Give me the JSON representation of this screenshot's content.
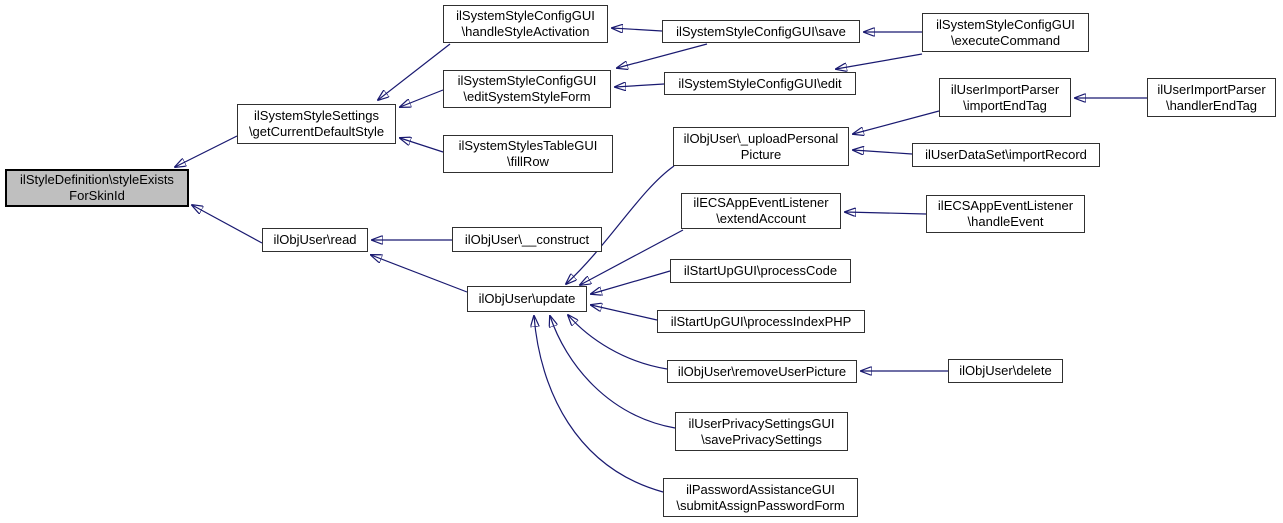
{
  "diagram": {
    "type": "caller-graph",
    "highlight_node": "ilStyleDefinition\\styleExistsForSkinId",
    "colors": {
      "edge": "#191970",
      "node_border": "#303030",
      "node_fill": "#ffffff",
      "highlight_fill": "#bfbfbf",
      "text": "#000000",
      "background": "#ffffff"
    }
  },
  "nodes": {
    "style_exists_for_skin_id": {
      "lines": [
        "ilStyleDefinition\\styleExists",
        "ForSkinId"
      ]
    },
    "get_current_default_style": {
      "lines": [
        "ilSystemStyleSettings",
        "\\getCurrentDefaultStyle"
      ]
    },
    "obj_user_read": {
      "lines": [
        "ilObjUser\\read"
      ]
    },
    "handle_style_activation": {
      "lines": [
        "ilSystemStyleConfigGUI",
        "\\handleStyleActivation"
      ]
    },
    "edit_system_style_form": {
      "lines": [
        "ilSystemStyleConfigGUI",
        "\\editSystemStyleForm"
      ]
    },
    "fill_row": {
      "lines": [
        "ilSystemStylesTableGUI",
        "\\fillRow"
      ]
    },
    "obj_user_construct": {
      "lines": [
        "ilObjUser\\__construct"
      ]
    },
    "obj_user_update": {
      "lines": [
        "ilObjUser\\update"
      ]
    },
    "config_gui_save": {
      "lines": [
        "ilSystemStyleConfigGUI\\save"
      ]
    },
    "config_gui_edit": {
      "lines": [
        "ilSystemStyleConfigGUI\\edit"
      ]
    },
    "upload_personal_picture": {
      "lines": [
        "ilObjUser\\_uploadPersonal",
        "Picture"
      ]
    },
    "extend_account": {
      "lines": [
        "ilECSAppEventListener",
        "\\extendAccount"
      ]
    },
    "process_code": {
      "lines": [
        "ilStartUpGUI\\processCode"
      ]
    },
    "process_index_php": {
      "lines": [
        "ilStartUpGUI\\processIndexPHP"
      ]
    },
    "remove_user_picture": {
      "lines": [
        "ilObjUser\\removeUserPicture"
      ]
    },
    "save_privacy_settings": {
      "lines": [
        "ilUserPrivacySettingsGUI",
        "\\savePrivacySettings"
      ]
    },
    "submit_assign_password_form": {
      "lines": [
        "ilPasswordAssistanceGUI",
        "\\submitAssignPasswordForm"
      ]
    },
    "execute_command": {
      "lines": [
        "ilSystemStyleConfigGUI",
        "\\executeCommand"
      ]
    },
    "import_end_tag": {
      "lines": [
        "ilUserImportParser",
        "\\importEndTag"
      ]
    },
    "import_record": {
      "lines": [
        "ilUserDataSet\\importRecord"
      ]
    },
    "handle_event": {
      "lines": [
        "ilECSAppEventListener",
        "\\handleEvent"
      ]
    },
    "obj_user_delete": {
      "lines": [
        "ilObjUser\\delete"
      ]
    },
    "handler_end_tag": {
      "lines": [
        "ilUserImportParser",
        "\\handlerEndTag"
      ]
    }
  },
  "edges": [
    {
      "from": "ilSystemStyleSettings\\getCurrentDefaultStyle",
      "to": "ilStyleDefinition\\styleExistsForSkinId"
    },
    {
      "from": "ilObjUser\\read",
      "to": "ilStyleDefinition\\styleExistsForSkinId"
    },
    {
      "from": "ilSystemStyleConfigGUI\\handleStyleActivation",
      "to": "ilSystemStyleSettings\\getCurrentDefaultStyle"
    },
    {
      "from": "ilSystemStyleConfigGUI\\editSystemStyleForm",
      "to": "ilSystemStyleSettings\\getCurrentDefaultStyle"
    },
    {
      "from": "ilSystemStylesTableGUI\\fillRow",
      "to": "ilSystemStyleSettings\\getCurrentDefaultStyle"
    },
    {
      "from": "ilSystemStyleConfigGUI\\save",
      "to": "ilSystemStyleConfigGUI\\handleStyleActivation"
    },
    {
      "from": "ilSystemStyleConfigGUI\\save",
      "to": "ilSystemStyleConfigGUI\\editSystemStyleForm"
    },
    {
      "from": "ilSystemStyleConfigGUI\\edit",
      "to": "ilSystemStyleConfigGUI\\editSystemStyleForm"
    },
    {
      "from": "ilSystemStyleConfigGUI\\executeCommand",
      "to": "ilSystemStyleConfigGUI\\save"
    },
    {
      "from": "ilSystemStyleConfigGUI\\executeCommand",
      "to": "ilSystemStyleConfigGUI\\edit"
    },
    {
      "from": "ilObjUser\\__construct",
      "to": "ilObjUser\\read"
    },
    {
      "from": "ilObjUser\\update",
      "to": "ilObjUser\\read"
    },
    {
      "from": "ilObjUser\\_uploadPersonalPicture",
      "to": "ilObjUser\\update"
    },
    {
      "from": "ilUserImportParser\\importEndTag",
      "to": "ilObjUser\\_uploadPersonalPicture"
    },
    {
      "from": "ilUserDataSet\\importRecord",
      "to": "ilObjUser\\_uploadPersonalPicture"
    },
    {
      "from": "ilUserImportParser\\handlerEndTag",
      "to": "ilUserImportParser\\importEndTag"
    },
    {
      "from": "ilECSAppEventListener\\extendAccount",
      "to": "ilObjUser\\update"
    },
    {
      "from": "ilECSAppEventListener\\handleEvent",
      "to": "ilECSAppEventListener\\extendAccount"
    },
    {
      "from": "ilStartUpGUI\\processCode",
      "to": "ilObjUser\\update"
    },
    {
      "from": "ilStartUpGUI\\processIndexPHP",
      "to": "ilObjUser\\update"
    },
    {
      "from": "ilObjUser\\removeUserPicture",
      "to": "ilObjUser\\update"
    },
    {
      "from": "ilObjUser\\delete",
      "to": "ilObjUser\\removeUserPicture"
    },
    {
      "from": "ilUserPrivacySettingsGUI\\savePrivacySettings",
      "to": "ilObjUser\\update"
    },
    {
      "from": "ilPasswordAssistanceGUI\\submitAssignPasswordForm",
      "to": "ilObjUser\\update"
    }
  ]
}
